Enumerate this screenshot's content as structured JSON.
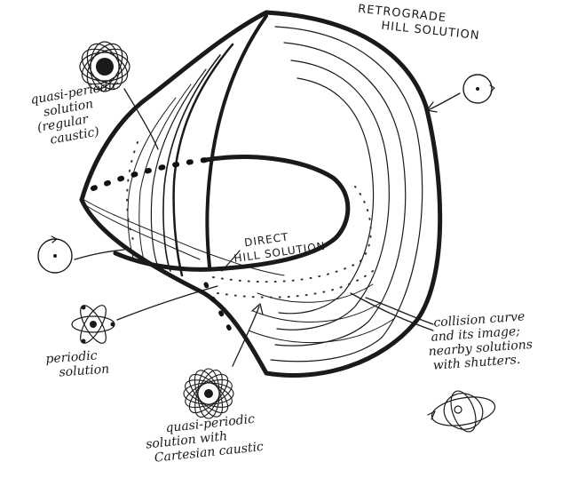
{
  "labels": {
    "retrograde_line1": "RETROGRADE",
    "retrograde_line2": "HILL SOLUTION",
    "direct_line1": "DIRECT",
    "direct_line2": "HILL SOLUTION",
    "quasi_regular_line1": "quasi-periodic",
    "quasi_regular_line2": "solution",
    "quasi_regular_line3": "(regular",
    "quasi_regular_line4": "caustic)",
    "periodic_line1": "periodic",
    "periodic_line2": "solution",
    "quasi_cartesian_line1": "quasi-periodic",
    "quasi_cartesian_line2": "solution with",
    "quasi_cartesian_line3": "Cartesian caustic",
    "collision_line1": "collision curve",
    "collision_line2": "and its image;",
    "collision_line3": "nearby solutions",
    "collision_line4": "with shutters."
  }
}
